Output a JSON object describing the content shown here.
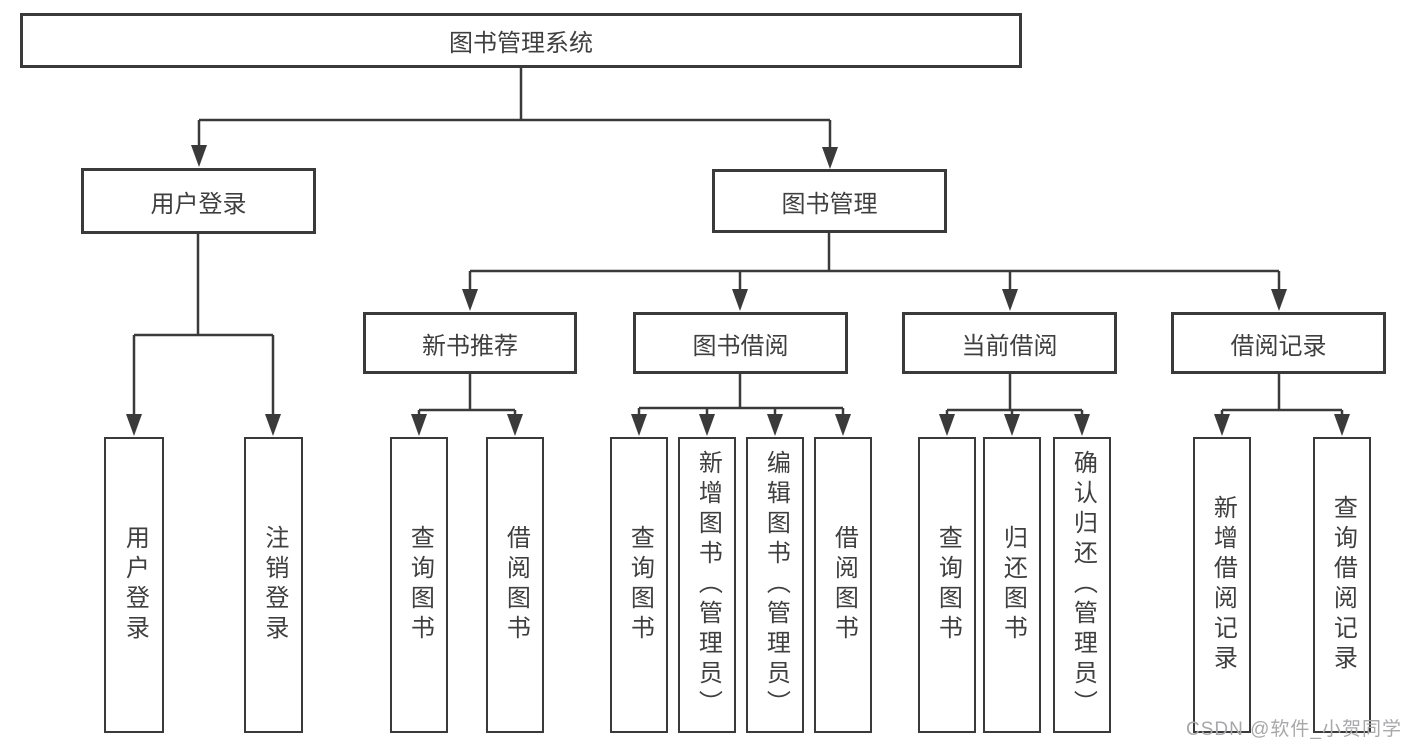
{
  "root": {
    "label": "图书管理系统"
  },
  "branches": {
    "user_login": {
      "label": "用户登录",
      "children": [
        "用户登录",
        "注销登录"
      ]
    },
    "book_management": {
      "label": "图书管理"
    }
  },
  "modules": [
    {
      "label": "新书推荐",
      "children": [
        "查询图书",
        "借阅图书"
      ]
    },
    {
      "label": "图书借阅",
      "children": [
        "查询图书",
        "新增图书（管理员）",
        "编辑图书（管理员）",
        "借阅图书"
      ]
    },
    {
      "label": "当前借阅",
      "children": [
        "查询图书",
        "归还图书",
        "确认归还（管理员）"
      ]
    },
    {
      "label": "借阅记录",
      "children": [
        "新增借阅记录",
        "查询借阅记录"
      ]
    }
  ],
  "watermark": "CSDN @软件_小贺同学",
  "colors": {
    "line": "#3a3a3a",
    "text": "#3f3f3f",
    "watermark": "#a8a8aa",
    "background": "#ffffff"
  }
}
